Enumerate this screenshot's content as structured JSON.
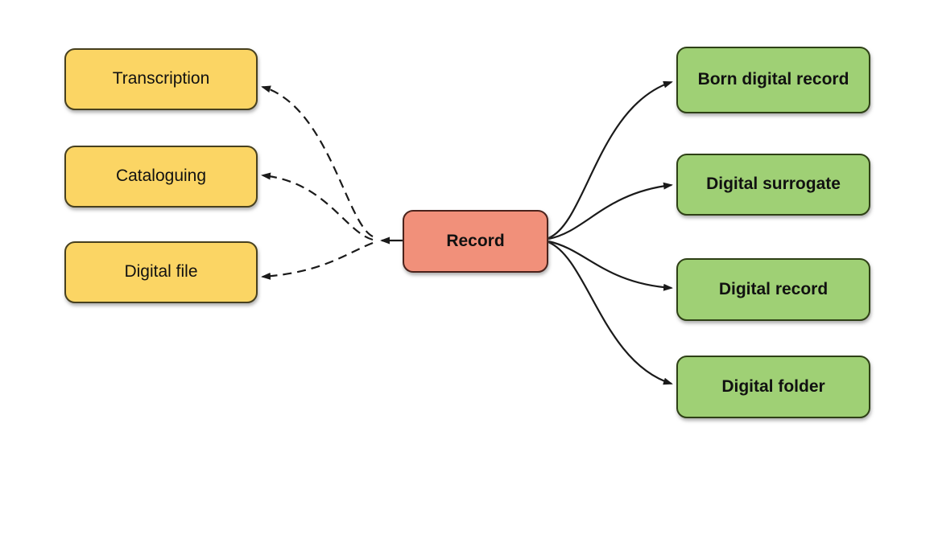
{
  "diagram": {
    "type": "concept-map",
    "center_node": {
      "label": "Record"
    },
    "left_nodes": [
      {
        "label": "Transcription"
      },
      {
        "label": "Cataloguing"
      },
      {
        "label": "Digital file"
      }
    ],
    "right_nodes": [
      {
        "label": "Born digital record"
      },
      {
        "label": "Digital surrogate"
      },
      {
        "label": "Digital record"
      },
      {
        "label": "Digital folder"
      }
    ],
    "edges": {
      "left": [
        {
          "from": "Record",
          "to": "Transcription",
          "style": "dashed",
          "arrowhead_at": "Transcription"
        },
        {
          "from": "Record",
          "to": "Cataloguing",
          "style": "dashed",
          "arrowhead_at": "Cataloguing"
        },
        {
          "from": "Record",
          "to": "Digital file",
          "style": "dashed",
          "arrowhead_at": "Digital file"
        }
      ],
      "right": [
        {
          "from": "Record",
          "to": "Born digital record",
          "style": "solid",
          "arrowhead_at": "Born digital record"
        },
        {
          "from": "Record",
          "to": "Digital surrogate",
          "style": "solid",
          "arrowhead_at": "Digital surrogate"
        },
        {
          "from": "Record",
          "to": "Digital record",
          "style": "solid",
          "arrowhead_at": "Digital record"
        },
        {
          "from": "Record",
          "to": "Digital folder",
          "style": "solid",
          "arrowhead_at": "Digital folder"
        }
      ]
    },
    "colors": {
      "background": "#FFFFFF",
      "left_node_fill": "#FBD564",
      "left_node_border": "#47401F",
      "center_node_fill": "#F1907A",
      "center_node_border": "#4A231C",
      "right_node_fill": "#9FD075",
      "right_node_border": "#2E4016",
      "edge": "#1A1A1A",
      "text": "#111111"
    }
  }
}
